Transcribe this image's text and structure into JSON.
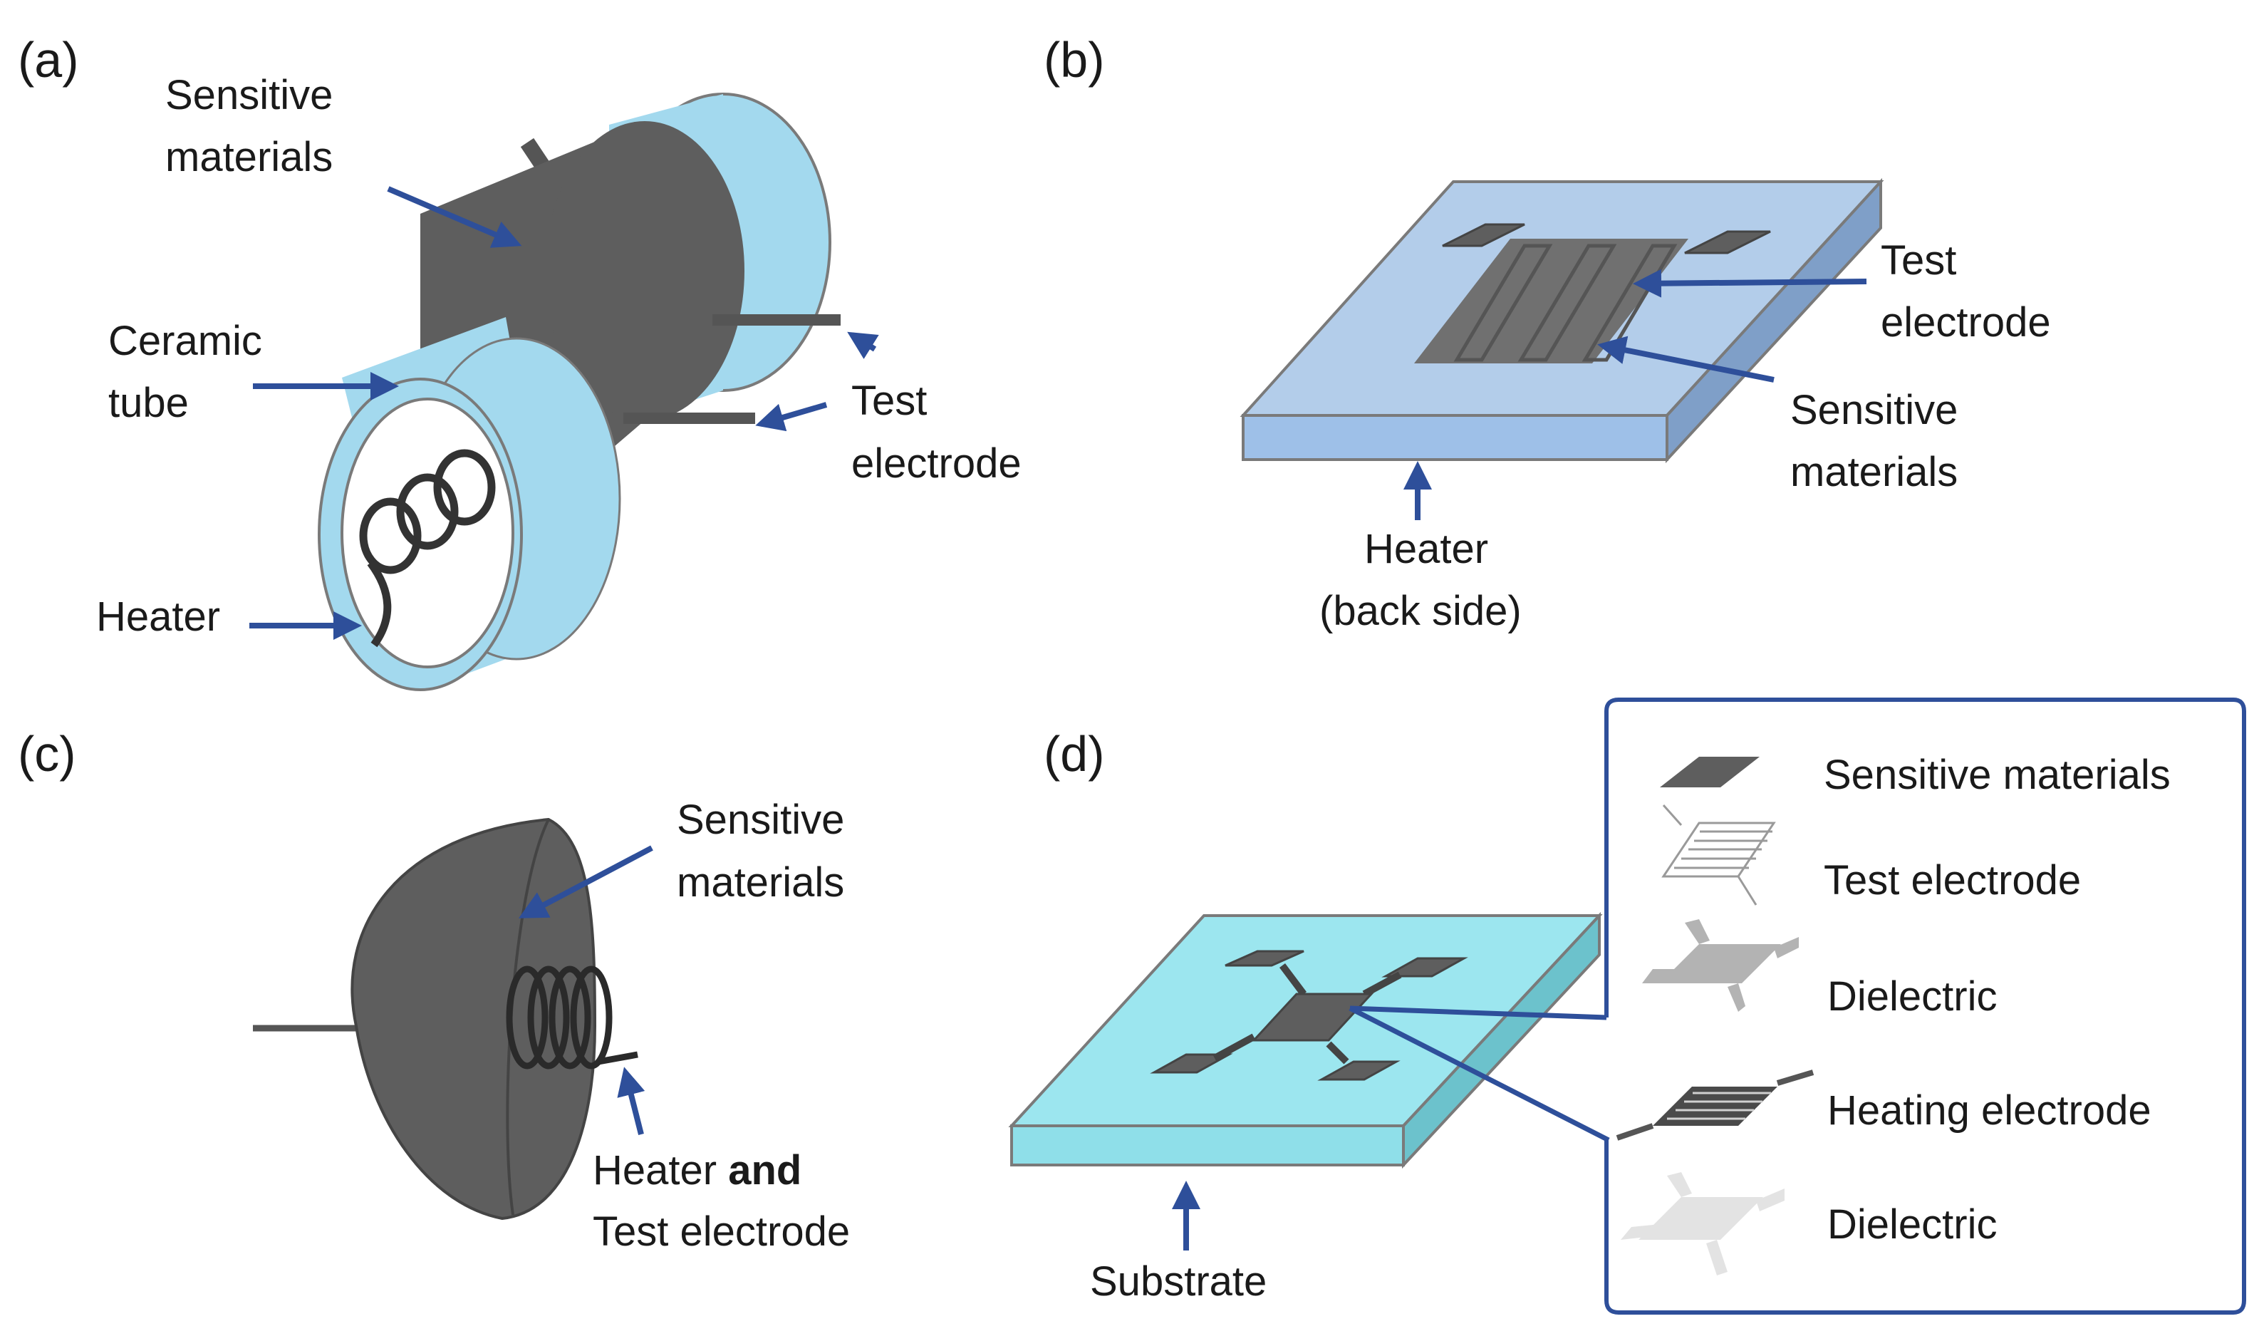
{
  "panels": {
    "a": {
      "label": "(a)",
      "sensitive": [
        "Sensitive",
        "materials"
      ],
      "ceramic": [
        "Ceramic",
        "tube"
      ],
      "test": [
        "Test",
        "electrode"
      ],
      "heater": "Heater"
    },
    "b": {
      "label": "(b)",
      "test": [
        "Test",
        "electrode"
      ],
      "sensitive": [
        "Sensitive",
        "materials"
      ],
      "heater": [
        "Heater",
        "(back side)"
      ]
    },
    "c": {
      "label": "(c)",
      "sensitive": [
        "Sensitive",
        "materials"
      ],
      "heater_line1_a": "Heater ",
      "heater_line1_b": "and",
      "heater_line2": "Test electrode"
    },
    "d": {
      "label": "(d)",
      "substrate": "Substrate",
      "legend": [
        "Sensitive materials",
        "Test electrode",
        "Dielectric",
        "Heating electrode",
        "Dielectric"
      ]
    }
  },
  "colors": {
    "arrow": "#2e4f9a",
    "dark_gray": "#5f5f5f",
    "light_blue": "#a3d9ee",
    "plate_blue": "#a8c8ec",
    "cyan": "#9ce6ef",
    "frame": "#2e4f9a"
  }
}
